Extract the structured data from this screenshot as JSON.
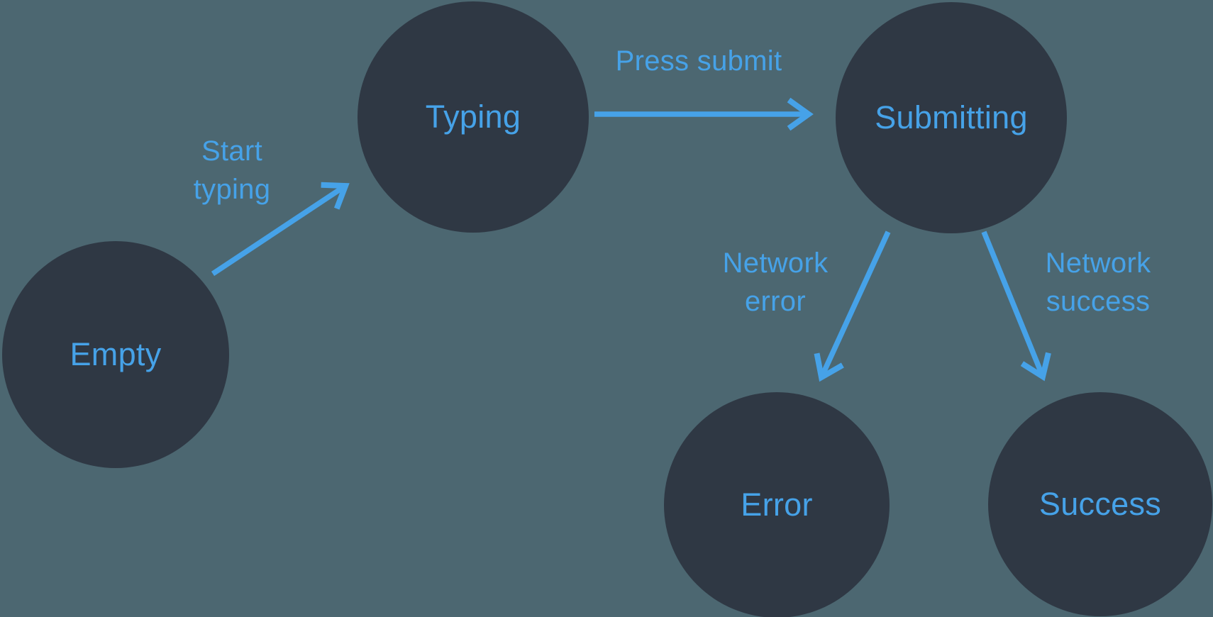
{
  "diagram": {
    "type": "state-machine",
    "background": "#4c6771",
    "node_color": "#2f3844",
    "accent_color": "#46a2e8",
    "nodes": [
      {
        "id": "empty",
        "label": "Empty"
      },
      {
        "id": "typing",
        "label": "Typing"
      },
      {
        "id": "submitting",
        "label": "Submitting"
      },
      {
        "id": "error",
        "label": "Error"
      },
      {
        "id": "success",
        "label": "Success"
      }
    ],
    "edges": [
      {
        "id": "start-typing",
        "from": "Empty",
        "to": "Typing",
        "label": "Start typing",
        "lines": [
          "Start",
          "typing"
        ]
      },
      {
        "id": "press-submit",
        "from": "Typing",
        "to": "Submitting",
        "label": "Press submit",
        "lines": [
          "Press submit"
        ]
      },
      {
        "id": "network-error",
        "from": "Submitting",
        "to": "Error",
        "label": "Network error",
        "lines": [
          "Network",
          "error"
        ]
      },
      {
        "id": "network-success",
        "from": "Submitting",
        "to": "Success",
        "label": "Network success",
        "lines": [
          "Network",
          "success"
        ]
      }
    ]
  }
}
